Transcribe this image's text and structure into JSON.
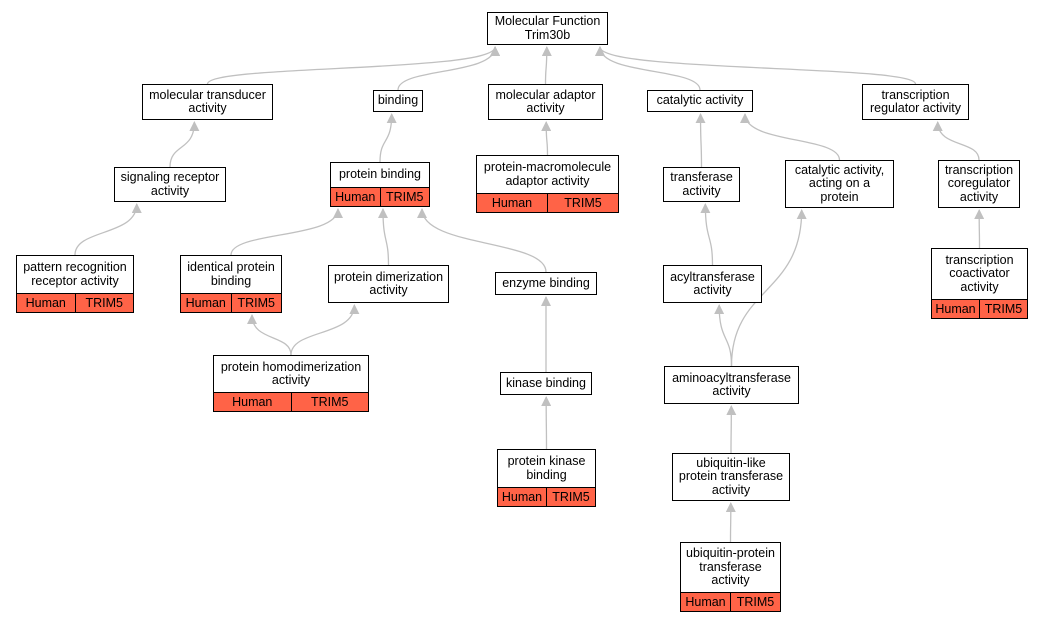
{
  "graph": {
    "title": "Molecular Function Trim30b",
    "colors": {
      "annotation_fill": "#ff6347",
      "edge": "#c0c0c0",
      "border": "#000000"
    },
    "nodes": [
      {
        "id": "mf",
        "label": "Molecular Function\nTrim30b"
      },
      {
        "id": "transducer",
        "label": "molecular transducer\nactivity"
      },
      {
        "id": "binding",
        "label": "binding"
      },
      {
        "id": "adaptor",
        "label": "molecular adaptor\nactivity"
      },
      {
        "id": "catalytic",
        "label": "catalytic activity"
      },
      {
        "id": "txreg",
        "label": "transcription\nregulator activity"
      },
      {
        "id": "sigrec",
        "label": "signaling receptor\nactivity"
      },
      {
        "id": "protbind",
        "label": "protein binding",
        "annotation": {
          "species": "Human",
          "gene": "TRIM5"
        }
      },
      {
        "id": "pmadaptor",
        "label": "protein-macromolecule\nadaptor activity",
        "annotation": {
          "species": "Human",
          "gene": "TRIM5"
        }
      },
      {
        "id": "transferase",
        "label": "transferase\nactivity"
      },
      {
        "id": "catprot",
        "label": "catalytic activity,\nacting on a\nprotein"
      },
      {
        "id": "txcoreg",
        "label": "transcription\ncoregulator\nactivity"
      },
      {
        "id": "patrec",
        "label": "pattern recognition\nreceptor activity",
        "annotation": {
          "species": "Human",
          "gene": "TRIM5"
        }
      },
      {
        "id": "identprot",
        "label": "identical protein\nbinding",
        "annotation": {
          "species": "Human",
          "gene": "TRIM5"
        }
      },
      {
        "id": "dimer",
        "label": "protein dimerization\nactivity"
      },
      {
        "id": "enzbind",
        "label": "enzyme binding"
      },
      {
        "id": "acyltrans",
        "label": "acyltransferase\nactivity"
      },
      {
        "id": "txcoact",
        "label": "transcription\ncoactivator\nactivity",
        "annotation": {
          "species": "Human",
          "gene": "TRIM5"
        }
      },
      {
        "id": "homodimer",
        "label": "protein homodimerization\nactivity",
        "annotation": {
          "species": "Human",
          "gene": "TRIM5"
        }
      },
      {
        "id": "kinbind",
        "label": "kinase binding"
      },
      {
        "id": "aminoacyl",
        "label": "aminoacyltransferase\nactivity"
      },
      {
        "id": "protkin",
        "label": "protein kinase\nbinding",
        "annotation": {
          "species": "Human",
          "gene": "TRIM5"
        }
      },
      {
        "id": "ubllike",
        "label": "ubiquitin-like\nprotein transferase\nactivity"
      },
      {
        "id": "ubprot",
        "label": "ubiquitin-protein\ntransferase\nactivity",
        "annotation": {
          "species": "Human",
          "gene": "TRIM5"
        }
      }
    ],
    "edges": [
      {
        "from": "transducer",
        "to": "mf"
      },
      {
        "from": "binding",
        "to": "mf"
      },
      {
        "from": "adaptor",
        "to": "mf"
      },
      {
        "from": "catalytic",
        "to": "mf"
      },
      {
        "from": "txreg",
        "to": "mf"
      },
      {
        "from": "sigrec",
        "to": "transducer"
      },
      {
        "from": "patrec",
        "to": "sigrec"
      },
      {
        "from": "protbind",
        "to": "binding"
      },
      {
        "from": "identprot",
        "to": "protbind"
      },
      {
        "from": "dimer",
        "to": "protbind"
      },
      {
        "from": "enzbind",
        "to": "protbind"
      },
      {
        "from": "homodimer",
        "to": "identprot"
      },
      {
        "from": "homodimer",
        "to": "dimer"
      },
      {
        "from": "kinbind",
        "to": "enzbind"
      },
      {
        "from": "protkin",
        "to": "kinbind"
      },
      {
        "from": "pmadaptor",
        "to": "adaptor"
      },
      {
        "from": "transferase",
        "to": "catalytic"
      },
      {
        "from": "catprot",
        "to": "catalytic"
      },
      {
        "from": "acyltrans",
        "to": "transferase"
      },
      {
        "from": "aminoacyl",
        "to": "acyltrans"
      },
      {
        "from": "aminoacyl",
        "to": "catprot"
      },
      {
        "from": "ubllike",
        "to": "aminoacyl"
      },
      {
        "from": "ubprot",
        "to": "ubllike"
      },
      {
        "from": "txcoreg",
        "to": "txreg"
      },
      {
        "from": "txcoact",
        "to": "txcoreg"
      }
    ]
  }
}
